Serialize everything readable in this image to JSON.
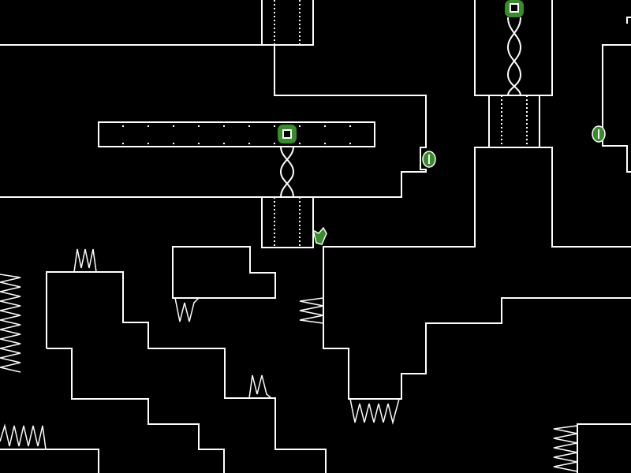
{
  "game": {
    "colors": {
      "background": "#000000",
      "wall": "#ffffff",
      "entity": "#3a8a2e",
      "entity_highlight": "#ffffff"
    },
    "entities": [
      {
        "type": "chain-anchor"
      },
      {
        "type": "chain-anchor"
      },
      {
        "type": "enemy-pod"
      },
      {
        "type": "enemy-pod"
      },
      {
        "type": "enemy-blob"
      }
    ]
  }
}
